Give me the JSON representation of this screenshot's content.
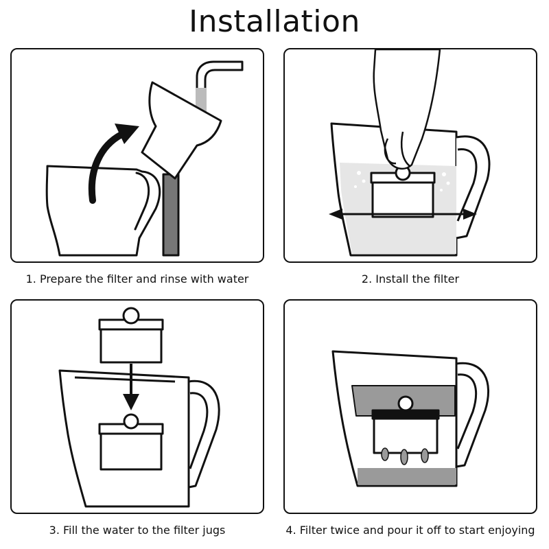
{
  "title": "Installation",
  "steps": [
    {
      "caption": "1. Prepare the filter and rinse with water",
      "icon": "rinse-filter-under-tap"
    },
    {
      "caption": "2. Install the filter",
      "icon": "insert-filter-into-jug"
    },
    {
      "caption": "3. Fill the water to the filter jugs",
      "icon": "filter-drop-into-jug"
    },
    {
      "caption": "4. Filter twice and pour it off to start enjoying",
      "icon": "water-dripping-through-filter"
    }
  ],
  "colors": {
    "line": "#111111",
    "water": "#e6e6e6",
    "water_dark": "#9a9a9a",
    "background": "#ffffff"
  }
}
